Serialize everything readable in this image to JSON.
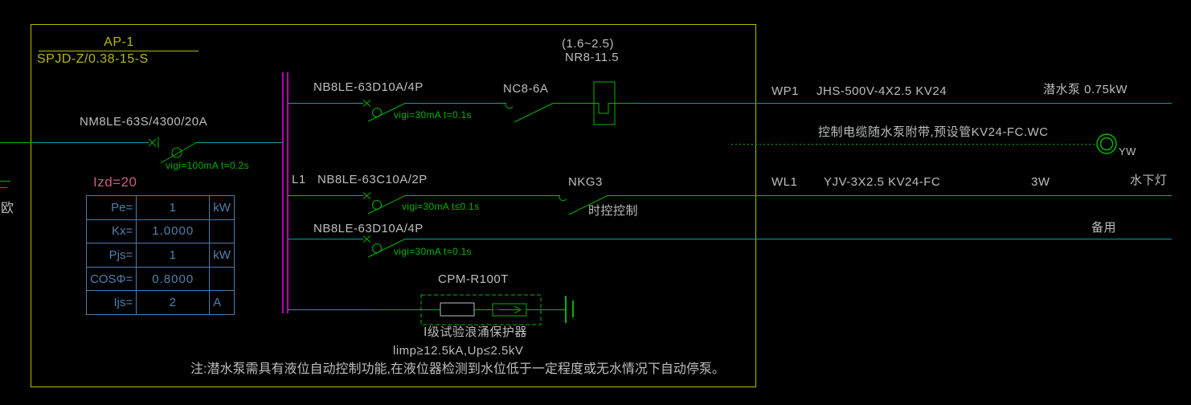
{
  "colors": {
    "background": "#000000",
    "frame_yellow": "#b9b900",
    "wire_cyan": "#00a2a2",
    "device_green": "#00b400",
    "busbar_magenta": "#b400b4",
    "text_white": "#bdbdbd",
    "table_blue": "#4d7ca6",
    "izd_pink": "#c2607e"
  },
  "panel": {
    "title": "AP-1",
    "model": "SPJD-Z/0.38-15-S"
  },
  "incoming": {
    "breaker": "NM8LE-63S/4300/20A",
    "vigi": "vigi=100mA t=0.2s",
    "izd": "Izd=20",
    "side_char": "欧"
  },
  "calc_table": {
    "rows": [
      {
        "label": "Pe=",
        "value": "1",
        "unit": "kW"
      },
      {
        "label": "Kx=",
        "value": "1.0000",
        "unit": ""
      },
      {
        "label": "Pjs=",
        "value": "1",
        "unit": "kW"
      },
      {
        "label": "COSΦ=",
        "value": "0.8000",
        "unit": ""
      },
      {
        "label": "Ijs=",
        "value": "2",
        "unit": "A"
      }
    ]
  },
  "branch1": {
    "breaker": "NB8LE-63D10A/4P",
    "vigi": "vigi=30mA t=0.1s",
    "contactor": "NC8-6A",
    "relay_range": "(1.6~2.5)",
    "relay": "NR8-11.5",
    "circuit": "WP1",
    "cable": "JHS-500V-4X2.5 KV24",
    "load": "潜水泵 0.75kW"
  },
  "control_line": {
    "label": "控制电缆随水泵附带,预设管KV24-FC.WC",
    "device": "YW"
  },
  "branch2": {
    "id": "L1",
    "breaker": "NB8LE-63C10A/2P",
    "vigi": "vigi=30mA t≤0.1s",
    "contactor": "NKG3",
    "contactor_note": "时控控制",
    "circuit": "WL1",
    "cable": "YJV-3X2.5 KV24-FC",
    "power": "3W",
    "load": "水下灯"
  },
  "branch3": {
    "breaker": "NB8LE-63D10A/4P",
    "vigi": "vigi=30mA t=0.1s",
    "load": "备用"
  },
  "spd": {
    "model": "CPM-R100T",
    "class_label": "Ⅰ级试验浪涌保护器",
    "params": "limp≥12.5kA,Up≤2.5kV"
  },
  "note": "注:潜水泵需具有液位自动控制功能,在液位器检测到水位低于一定程度或无水情况下自动停泵。"
}
